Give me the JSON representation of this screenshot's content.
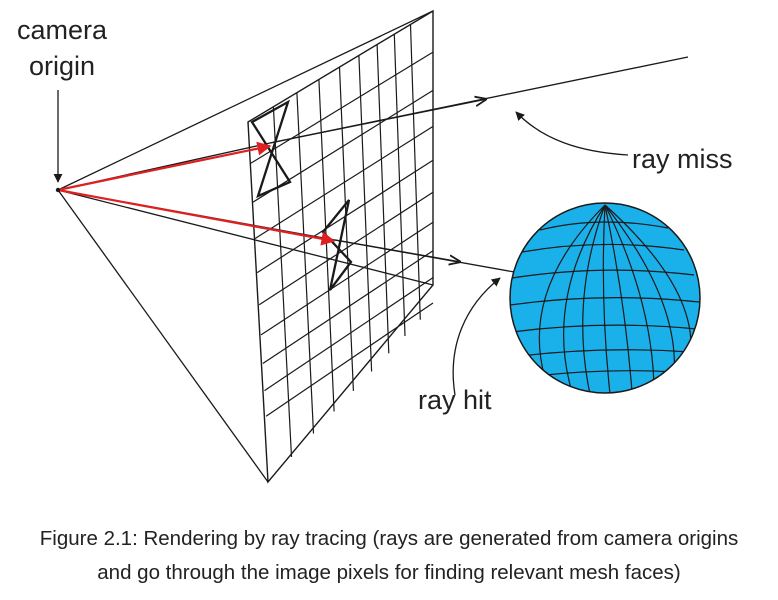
{
  "labels": {
    "camera_line1": "camera",
    "camera_line2": "origin",
    "ray_miss": "ray miss",
    "ray_hit": "ray hit"
  },
  "caption": {
    "line1": "Figure 2.1: Rendering by ray tracing (rays are generated from camera origins",
    "line2": "and go through the image pixels for finding relevant mesh faces)"
  },
  "colors": {
    "line": "#1a1a1a",
    "red_ray": "#e02020",
    "sphere_fill": "#1ab0ea",
    "sphere_stroke": "#1a1a1a"
  }
}
